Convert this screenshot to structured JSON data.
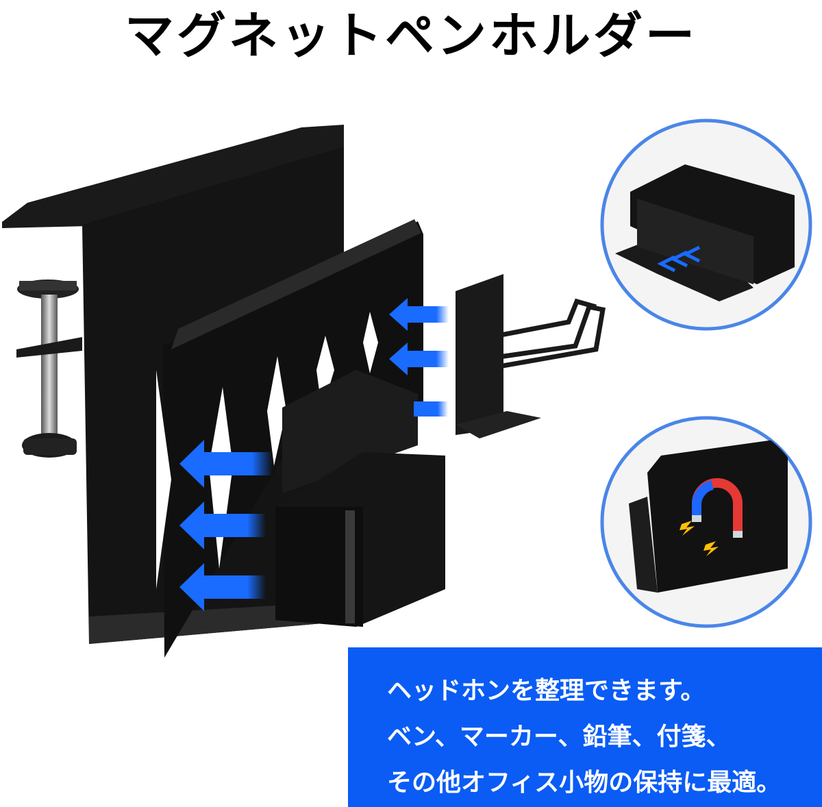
{
  "title": "マグネットペンホルダー",
  "caption": {
    "line1": "ヘッドホンを整理できます。",
    "line2": "ベン、マーカー、鉛筆、付箋、",
    "line3": "その他オフィス小物の保持に最適。"
  },
  "colors": {
    "caption_background": "#0a5cf5",
    "arrow": "#1a6bff",
    "product": "#111111",
    "circle_border": "#4a86e8"
  },
  "icons": [
    "magnet-icon",
    "lightning-icon"
  ]
}
